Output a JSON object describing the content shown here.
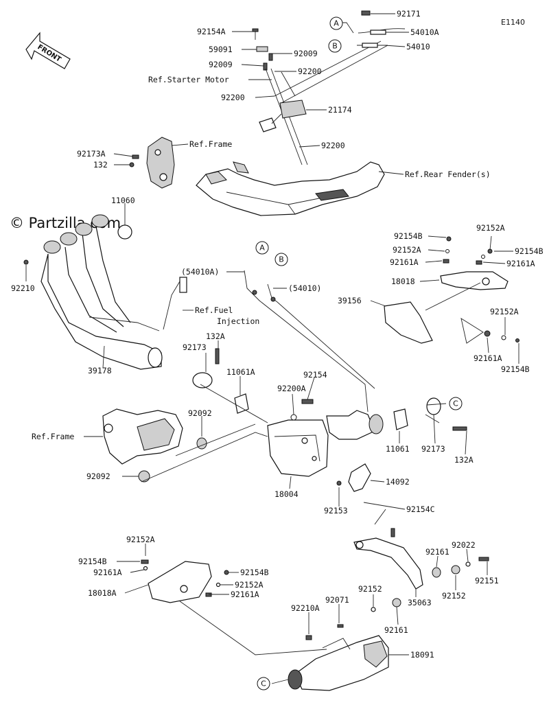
{
  "diagram_code": "E1140",
  "watermark": "© Partzilla.com",
  "front_label": "FRONT",
  "callouts": {
    "top_a": "A",
    "top_b": "B",
    "mid_a": "A",
    "mid_b": "B",
    "right_c": "C",
    "bottom_c": "C"
  },
  "labels": {
    "p92171": "92171",
    "p54010A_top": "54010A",
    "p54010_top": "54010",
    "p92154A": "92154A",
    "p59091": "59091",
    "p92009_r": "92009",
    "p92009_l": "92009",
    "p92200_r": "92200",
    "ref_starter_motor": "Ref.Starter Motor",
    "p92200_l": "92200",
    "p21174": "21174",
    "p92200_low": "92200",
    "p92173A": "92173A",
    "ref_frame_top": "Ref.Frame",
    "p132_top": "132",
    "ref_rear_fender": "Ref.Rear Fender(s)",
    "p11060": "11060",
    "p92210": "92210",
    "p54010A_mid": "(54010A)",
    "p54010_mid": "(54010)",
    "ref_fuel_1": "Ref.Fuel",
    "ref_fuel_2": "Injection",
    "p92173_l": "92173",
    "p132A_l": "132A",
    "p11061A": "11061A",
    "p39178": "39178",
    "p92154B_r1": "92154B",
    "p92152A_r1": "92152A",
    "p92152A_r2": "92152A",
    "p92154B_r2": "92154B",
    "p92161A_r1": "92161A",
    "p92161A_r2": "92161A",
    "p18018": "18018",
    "p39156": "39156",
    "p92152A_r3": "92152A",
    "p92161A_r3": "92161A",
    "p92154B_r3": "92154B",
    "p92154": "92154",
    "p92200A": "92200A",
    "p92092_r": "92092",
    "ref_frame_mid": "Ref.Frame",
    "p92092_l": "92092",
    "p11061": "11061",
    "p92173_r": "92173",
    "p132A_r": "132A",
    "p14092": "14092",
    "p18004": "18004",
    "p92153": "92153",
    "p92154C": "92154C",
    "p92152A_bl": "92152A",
    "p92154B_bl": "92154B",
    "p92161A_bl": "92161A",
    "p18018A": "18018A",
    "p92154B_bm": "92154B",
    "p92152A_bm": "92152A",
    "p92161A_bm": "92161A",
    "p92022": "92022",
    "p92161_r": "92161",
    "p92151": "92151",
    "p92152_r": "92152",
    "p92152_m": "92152",
    "p35063": "35063",
    "p92161_m": "92161",
    "p92210A": "92210A",
    "p92071": "92071",
    "p18091": "18091"
  }
}
